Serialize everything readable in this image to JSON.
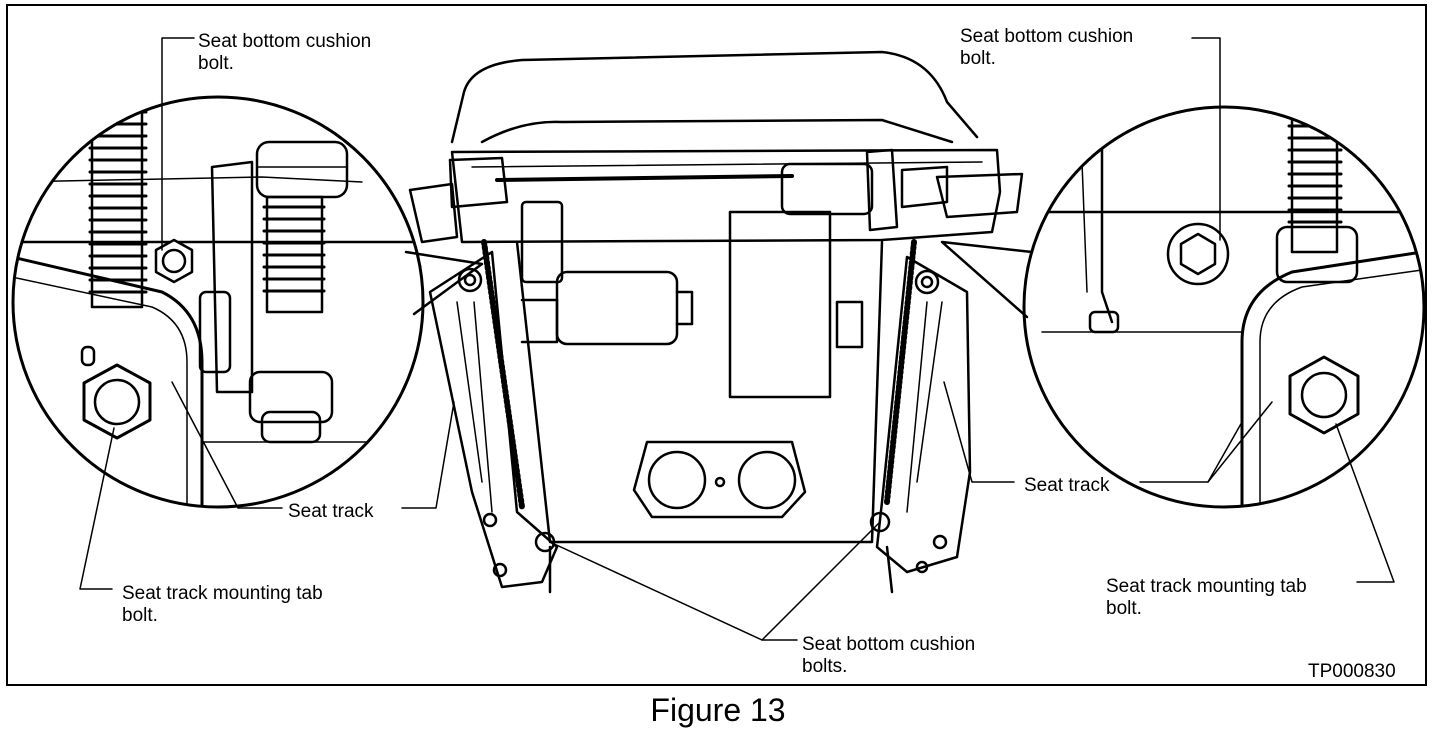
{
  "labels": {
    "top_left_1": "Seat bottom cushion",
    "top_left_2": "bolt.",
    "top_right_1": "Seat bottom cushion",
    "top_right_2": "bolt.",
    "seat_track_left": "Seat track",
    "seat_track_right": "Seat track",
    "mount_left_1": "Seat track mounting tab",
    "mount_left_2": "bolt.",
    "mount_right_1": "Seat track mounting tab",
    "mount_right_2": "bolt.",
    "cushion_bolts_1": "Seat bottom cushion",
    "cushion_bolts_2": "bolts."
  },
  "reference_code": "TP000830",
  "caption": "Figure 13"
}
